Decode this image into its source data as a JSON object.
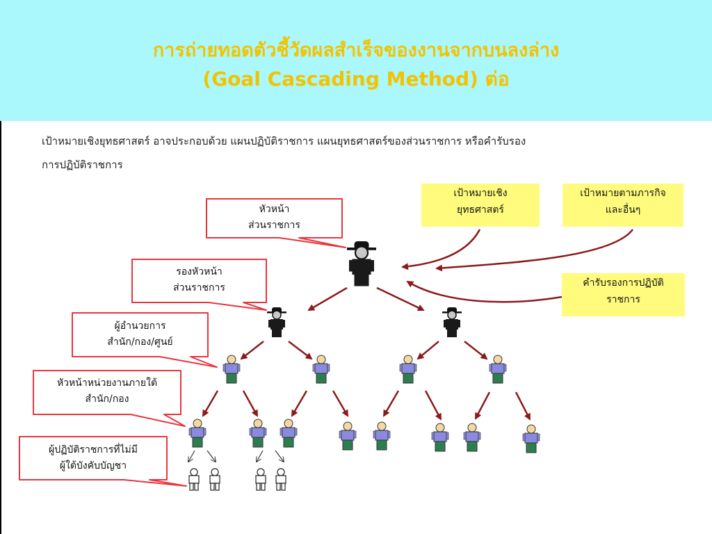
{
  "title": {
    "line1": "การถ่ายทอดตัวชี้วัดผลสำเร็จของงานจากบนลงล่าง",
    "line2": "(Goal Cascading Method) ต่อ"
  },
  "intro": {
    "line1": "เป้าหมายเชิงยุทธศาสตร์ อาจประกอบด้วย แผนปฏิบัติราชการ แผนยุทธศาสตร์ของส่วนราชการ หรือคำรับรอง",
    "line2": "การปฏิบัติราชการ"
  },
  "levels": [
    {
      "line1": "หัวหน้า",
      "line2": "ส่วนราชการ"
    },
    {
      "line1": "รองหัวหน้า",
      "line2": "ส่วนราชการ"
    },
    {
      "line1": "ผู้อำนวยการ",
      "line2": "สำนัก/กอง/ศูนย์"
    },
    {
      "line1": "หัวหน้าหน่วยงานภายใต้",
      "line2": "สำนัก/กอง"
    },
    {
      "line1": "ผู้ปฏิบัติราชการที่ไม่มี",
      "line2": "ผู้ใต้บังคับบัญชา"
    }
  ],
  "sources": [
    {
      "line1": "เป้าหมายเชิง",
      "line2": "ยุทธศาสตร์"
    },
    {
      "line1": "เป้าหมายตามภารกิจ",
      "line2": "และอื่นๆ"
    },
    {
      "line1": "คำรับรองการปฏิบัติ",
      "line2": "ราชการ"
    }
  ],
  "colors": {
    "header_bg": "#aaf7fc",
    "title": "#f2c300",
    "callout_border": "#e8353c",
    "source_box": "#fffb7d",
    "arrow": "#8b1a1a",
    "staff_shirt": "#8a8ade",
    "staff_pants": "#2e7d4f"
  },
  "icons": {
    "executive": "person-with-hat-icon",
    "staff": "person-icon",
    "worker": "outline-person-icon"
  }
}
